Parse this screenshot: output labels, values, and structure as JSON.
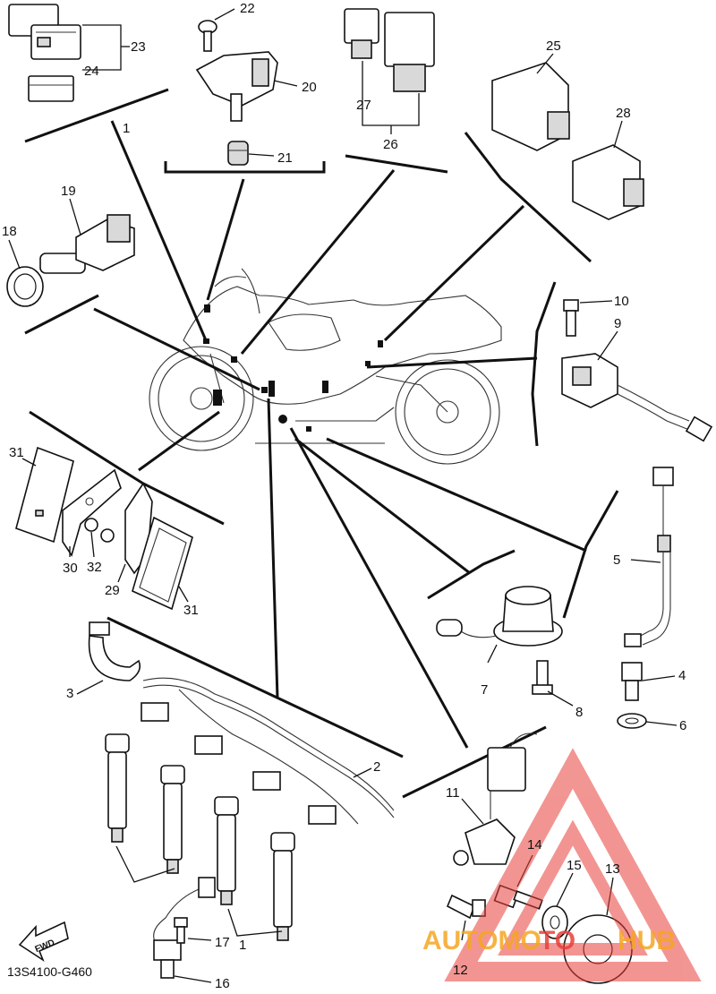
{
  "diagram": {
    "code": "13S4100-G460",
    "fwd_label": "FWD",
    "callouts": {
      "n1": "1",
      "n1b": "1",
      "n2": "2",
      "n3": "3",
      "n4": "4",
      "n5": "5",
      "n6": "6",
      "n7": "7",
      "n8": "8",
      "n9": "9",
      "n10": "10",
      "n11": "11",
      "n12": "12",
      "n13": "13",
      "n14": "14",
      "n15": "15",
      "n16": "16",
      "n17": "17",
      "n18": "18",
      "n19": "19",
      "n20": "20",
      "n21": "21",
      "n22": "22",
      "n23": "23",
      "n24": "24",
      "n25": "25",
      "n26": "26",
      "n27": "27",
      "n28": "28",
      "n29": "29",
      "n30": "30",
      "n31a": "31",
      "n31b": "31",
      "n32": "32"
    }
  },
  "watermark": {
    "part1": "AUTOMO",
    "part2": "TO",
    "part3": "HUB",
    "color_orange": "#f5a623",
    "color_red": "#e8403a"
  }
}
